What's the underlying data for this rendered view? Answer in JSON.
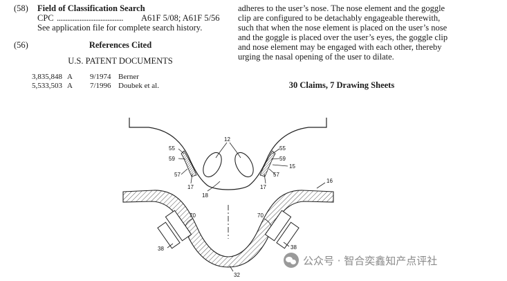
{
  "left": {
    "field_58": {
      "num": "(58)",
      "title": "Field of Classification Search",
      "cpc_label": "CPC",
      "cpc_dots": "......................................",
      "cpc_values": "A61F 5/08; A61F 5/56",
      "note": "See application file for complete search history."
    },
    "field_56": {
      "num": "(56)",
      "title": "References Cited",
      "subtitle": "U.S. PATENT DOCUMENTS",
      "refs": [
        {
          "number": "3,835,848",
          "kind": "A",
          "date": "9/1974",
          "name": "Berner"
        },
        {
          "number": "5,533,503",
          "kind": "A",
          "date": "7/1996",
          "name": "Doubek et al."
        }
      ]
    }
  },
  "right": {
    "abstract_lines": [
      "adheres to the user’s nose. The nose element and the goggle",
      "clip are configured to be detachably engageable therewith,",
      "such that when the nose element is placed on the user’s nose",
      "and the goggle is placed over the user’s eyes, the goggle clip",
      "and nose element may be engaged with each other, thereby",
      "urging the nasal opening of the user to dilate."
    ],
    "claims": "30 Claims, 7 Drawing Sheets"
  },
  "figure": {
    "labels": {
      "l12": "12",
      "l55a": "55",
      "l55b": "55",
      "l59a": "59",
      "l59b": "59",
      "l15": "15",
      "l57a": "57",
      "l57b": "57",
      "l17a": "17",
      "l17b": "17",
      "l18": "18",
      "l16": "16",
      "l70a": "70",
      "l70b": "70",
      "l38a": "38",
      "l38b": "38",
      "l32": "32"
    }
  },
  "watermark": {
    "text": "公众号 · 智合奕鑫知产点评社"
  }
}
